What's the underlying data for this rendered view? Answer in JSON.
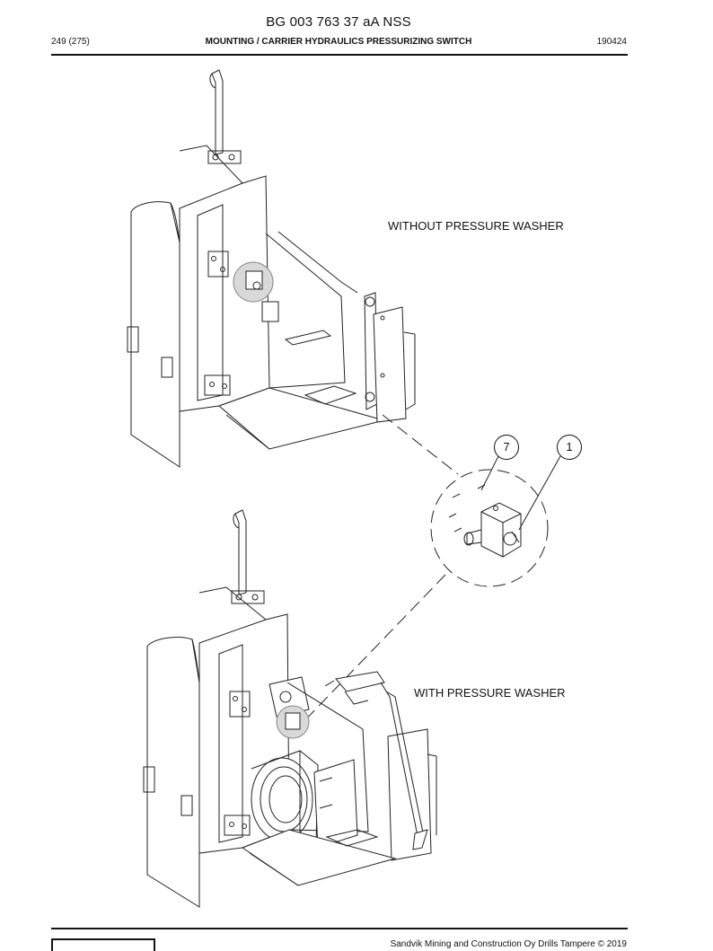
{
  "header": {
    "doc_code": "BG 003 763 37 aA NSS",
    "page": "249 (275)",
    "title": "MOUNTING / CARRIER HYDRAULICS PRESSURIZING SWITCH",
    "date": "190424"
  },
  "drawing": {
    "label_top": "WITHOUT PRESSURE WASHER",
    "label_bottom": "WITH PRESSURE WASHER",
    "callouts": [
      "7",
      "1"
    ]
  },
  "footer": {
    "copyright": "Sandvik Mining and Construction Oy Drills Tampere © 2019"
  }
}
